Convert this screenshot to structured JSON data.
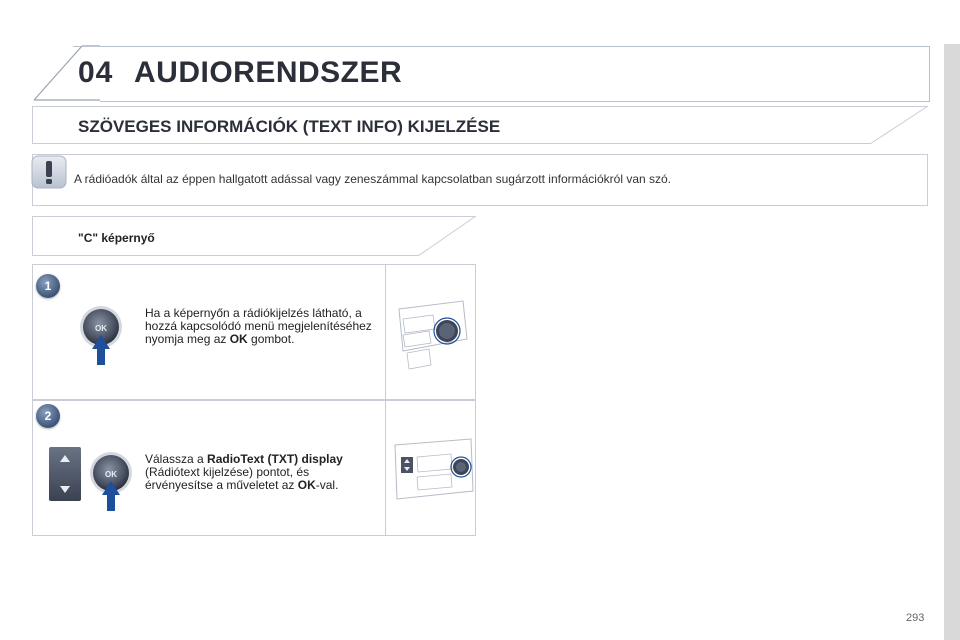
{
  "header": {
    "chapter_number": "04",
    "chapter_title": "AUDIORENDSZER"
  },
  "section": {
    "title": "SZÖVEGES INFORMÁCIÓK (TEXT INFO) KIJELZÉSE"
  },
  "info": {
    "text": "A rádióadók által az éppen hallgatott adással vagy zeneszámmal kapcsolatban sugárzott információkról van szó."
  },
  "screen": {
    "title": "\"C\" képernyő"
  },
  "steps": [
    {
      "badge": "1",
      "text_before": "Ha a képernyőn a rádiókijelzés látható, a hozzá kapcsolódó menü megjelenítéséhez nyomja meg az ",
      "bold": "OK",
      "text_after": " gombot.",
      "knob_label": "OK"
    },
    {
      "badge": "2",
      "text_before": "Válassza a ",
      "bold": "RadioText (TXT) display",
      "text_middle": " (Rádiótext kijelzése) pontot, és érvényesítse a műveletet az ",
      "bold2": "OK",
      "text_after": "-val.",
      "knob_label": "OK"
    }
  ],
  "page": {
    "number": "293"
  },
  "colors": {
    "heading": "#2b2f3a",
    "border": "#c9ced6",
    "arrow_blue": "#1f4f9a"
  }
}
